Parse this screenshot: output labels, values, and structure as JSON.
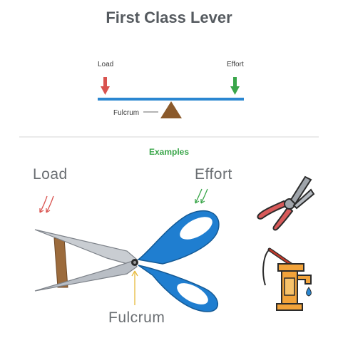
{
  "title": "First Class Lever",
  "diagram": {
    "load_label": "Load",
    "effort_label": "Effort",
    "fulcrum_label": "Fulcrum"
  },
  "examples_label": "Examples",
  "scissors": {
    "load_label": "Load",
    "effort_label": "Effort",
    "fulcrum_label": "Fulcrum"
  },
  "colors": {
    "title": "#555a5f",
    "beam": "#2b87d1",
    "load_arrow": "#d9534f",
    "effort_arrow": "#3aa64a",
    "fulcrum": "#8b5a2b",
    "examples": "#3aa64a",
    "scissor_handle": "#1f7ed0",
    "blade": "#c9cdd2"
  },
  "icons": [
    "pliers-icon",
    "water-pump-icon"
  ]
}
